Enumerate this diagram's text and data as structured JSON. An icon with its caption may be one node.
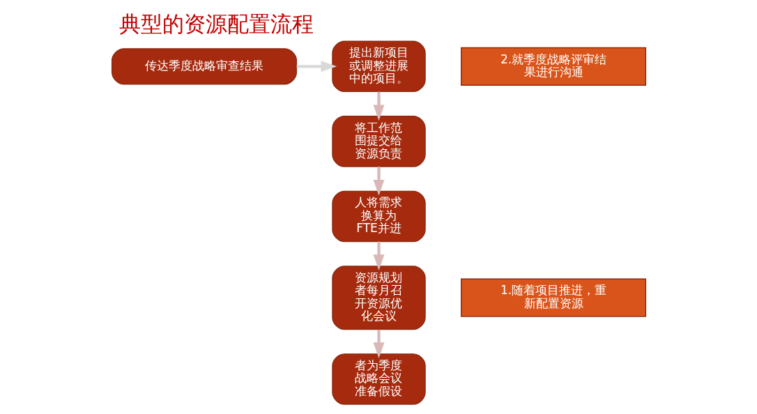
{
  "diagram": {
    "title": "典型的资源配置流程",
    "nodes": [
      {
        "text": [
          "提出新项目或调整进展中的项目。"
        ]
      },
      {
        "text": [
          "将工作范围提交给资源负责"
        ]
      },
      {
        "text": [
          "人将需求换算为FTE并进"
        ]
      },
      {
        "text": [
          "资源规划者每月召开资源优化会议"
        ]
      },
      {
        "text": [
          "者为季度战略会议准备假设"
        ]
      },
      {
        "text": [
          "1.随着项目推进，重新配置资源"
        ]
      },
      {
        "text": [
          "2.就季度战略评审结果进行沟通"
        ]
      },
      {
        "text": [
          "传达季度战略审查结果"
        ]
      }
    ],
    "edges": [
      {
        "from": 0,
        "to": 1,
        "arrow": "to"
      },
      {
        "from": 1,
        "to": 2,
        "arrow": "to"
      },
      {
        "from": 2,
        "to": 3,
        "arrow": "to"
      },
      {
        "from": 3,
        "to": 4,
        "arrow": "to"
      },
      {
        "from": 7,
        "to": 0,
        "arrow": "to",
        "color": "#d9d9d9"
      }
    ]
  }
}
